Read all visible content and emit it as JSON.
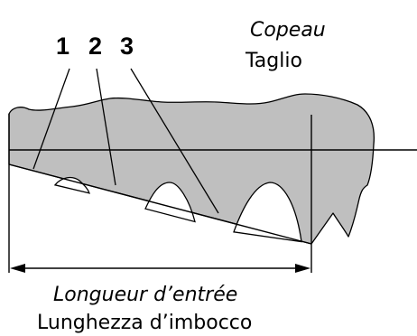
{
  "labels": {
    "num_1": "1",
    "num_2": "2",
    "num_3": "3",
    "top_fr": "Copeau",
    "top_it": "Taglio",
    "bottom_fr": "Longueur d’entrée",
    "bottom_it": "Lunghezza d’imbocco"
  },
  "colors": {
    "fill": "#bfbfbf",
    "stroke": "#000000"
  }
}
